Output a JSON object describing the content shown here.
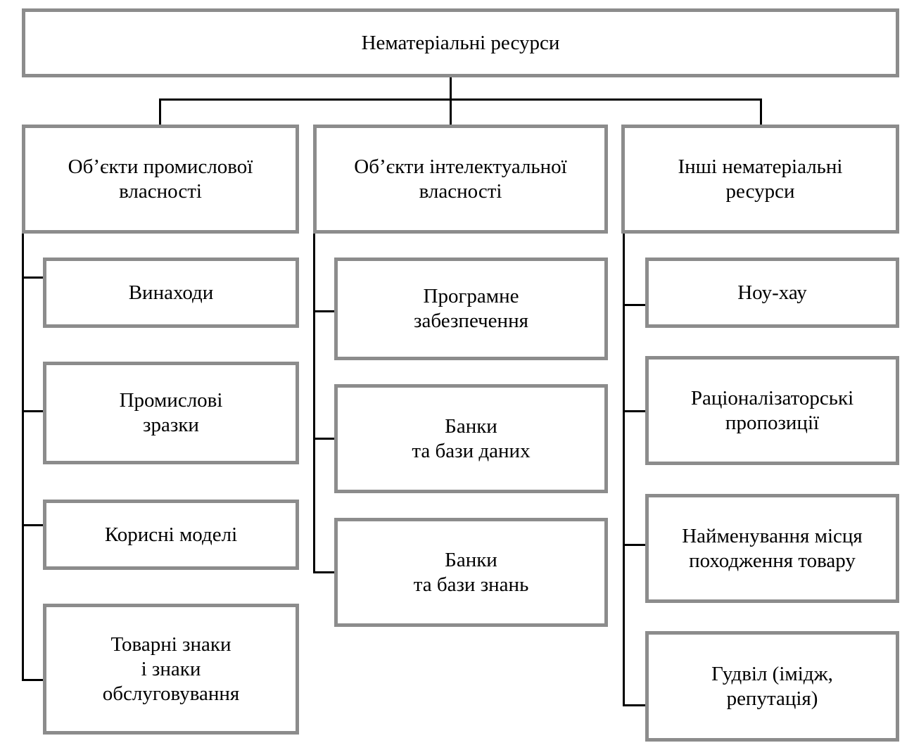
{
  "root": {
    "label": "Нематеріальні ресурси"
  },
  "columns": [
    {
      "header": [
        "Об’єкти промислової",
        "власності"
      ],
      "items": [
        [
          "Винаходи"
        ],
        [
          "Промислові",
          "зразки"
        ],
        [
          "Корисні моделі"
        ],
        [
          "Товарні знаки",
          "і знаки",
          "обслуговування"
        ]
      ]
    },
    {
      "header": [
        "Об’єкти інтелектуальної",
        "власності"
      ],
      "items": [
        [
          "Програмне",
          "забезпечення"
        ],
        [
          "Банки",
          "та бази даних"
        ],
        [
          "Банки",
          "та бази знань"
        ]
      ]
    },
    {
      "header": [
        "Інші нематеріальні",
        "ресурси"
      ],
      "items": [
        [
          "Ноу-хау"
        ],
        [
          "Раціоналізаторські",
          "пропозиції"
        ],
        [
          "Найменування місця",
          "походження товару"
        ],
        [
          "Гудвіл (імідж,",
          "репутація)"
        ]
      ]
    }
  ],
  "colors": {
    "box_border": "#8c8c8c",
    "connector": "#000000"
  }
}
